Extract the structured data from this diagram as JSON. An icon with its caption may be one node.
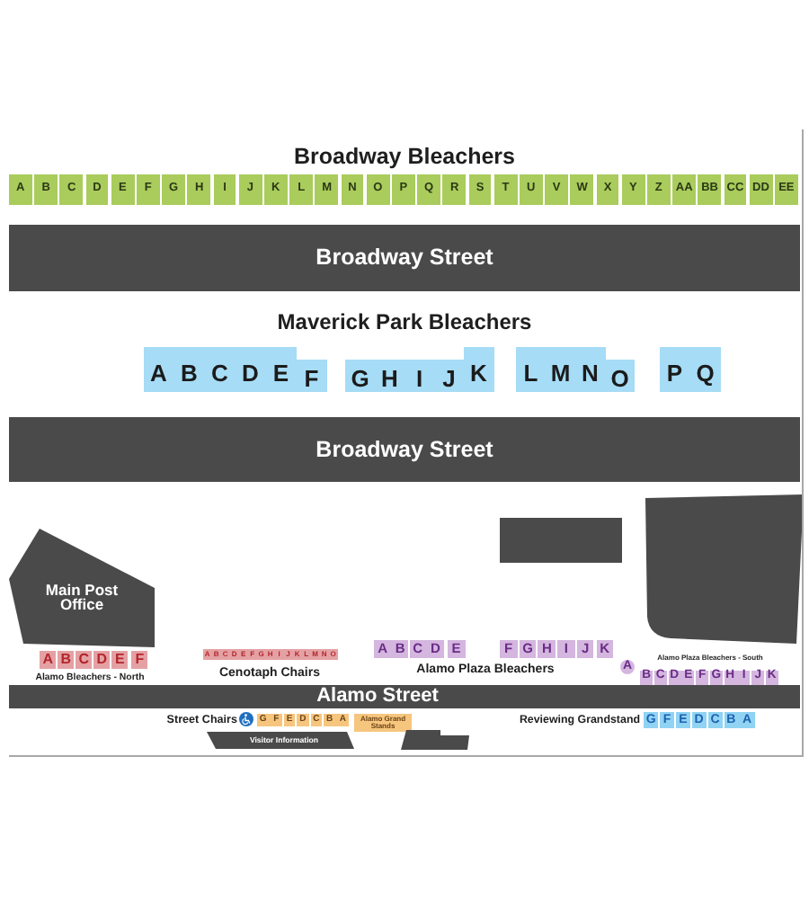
{
  "diagram": {
    "nodes": [
      {
        "text": [
          "A"
        ]
      },
      {
        "text": [
          "B"
        ]
      },
      {
        "text": [
          "C"
        ]
      },
      {
        "text": [
          "D"
        ]
      },
      {
        "text": [
          "E"
        ]
      },
      {
        "text": [
          "F"
        ]
      },
      {
        "text": [
          "G"
        ]
      },
      {
        "text": [
          "H"
        ]
      },
      {
        "text": [
          "I"
        ]
      },
      {
        "text": [
          "J"
        ]
      },
      {
        "text": [
          "K"
        ]
      },
      {
        "text": [
          "L"
        ]
      },
      {
        "text": [
          "M"
        ]
      },
      {
        "text": [
          "N"
        ]
      },
      {
        "text": [
          "O"
        ]
      },
      {
        "text": [
          "P"
        ]
      },
      {
        "text": [
          "Q"
        ]
      },
      {
        "text": [
          "R"
        ]
      },
      {
        "text": [
          "S"
        ]
      },
      {
        "text": [
          "T"
        ]
      },
      {
        "text": [
          "U"
        ]
      },
      {
        "text": [
          "V"
        ]
      },
      {
        "text": [
          "W"
        ]
      },
      {
        "text": [
          "X"
        ]
      },
      {
        "text": [
          "Y"
        ]
      },
      {
        "text": [
          "Z"
        ]
      },
      {
        "text": [
          "AA"
        ]
      },
      {
        "text": [
          "BB"
        ]
      },
      {
        "text": [
          "CC"
        ]
      },
      {
        "text": [
          "DD"
        ]
      },
      {
        "text": [
          "EE"
        ]
      },
      {
        "text": [
          "Broadway Street"
        ]
      },
      {
        "text": [
          "A"
        ]
      },
      {
        "text": [
          "B"
        ]
      },
      {
        "text": [
          "C"
        ]
      },
      {
        "text": [
          "D"
        ]
      },
      {
        "text": [
          "E"
        ]
      },
      {
        "text": [
          "F"
        ]
      },
      {
        "text": [
          "G"
        ]
      },
      {
        "text": [
          "H"
        ]
      },
      {
        "text": [
          "I"
        ]
      },
      {
        "text": [
          "J"
        ]
      },
      {
        "text": [
          "K"
        ]
      },
      {
        "text": [
          "L"
        ]
      },
      {
        "text": [
          "M"
        ]
      },
      {
        "text": [
          "N"
        ]
      },
      {
        "text": [
          "O"
        ]
      },
      {
        "text": [
          "P"
        ]
      },
      {
        "text": [
          "Q"
        ]
      },
      {
        "text": [
          "Broadway Street"
        ]
      },
      {
        "text": [
          "Main Post Office"
        ]
      },
      {
        "text": [],
        "shape": "box"
      },
      {
        "text": [],
        "shape": "box"
      },
      {
        "text": [
          "A"
        ]
      },
      {
        "text": [
          "B"
        ]
      },
      {
        "text": [
          "C"
        ]
      },
      {
        "text": [
          "D"
        ]
      },
      {
        "text": [
          "E"
        ]
      },
      {
        "text": [
          "F"
        ]
      },
      {
        "text": [
          "A"
        ]
      },
      {
        "text": [
          "B"
        ]
      },
      {
        "text": [
          "C"
        ]
      },
      {
        "text": [
          "D"
        ]
      },
      {
        "text": [
          "E"
        ]
      },
      {
        "text": [
          "F"
        ]
      },
      {
        "text": [
          "G"
        ]
      },
      {
        "text": [
          "H"
        ]
      },
      {
        "text": [
          "I"
        ]
      },
      {
        "text": [
          "J"
        ]
      },
      {
        "text": [
          "K"
        ]
      },
      {
        "text": [
          "L"
        ]
      },
      {
        "text": [
          "M"
        ]
      },
      {
        "text": [
          "N"
        ]
      },
      {
        "text": [
          "O"
        ]
      },
      {
        "text": [
          "A"
        ]
      },
      {
        "text": [
          "B"
        ]
      },
      {
        "text": [
          "C"
        ]
      },
      {
        "text": [
          "D"
        ]
      },
      {
        "text": [
          "E"
        ]
      },
      {
        "text": [
          "F"
        ]
      },
      {
        "text": [
          "G"
        ]
      },
      {
        "text": [
          "H"
        ]
      },
      {
        "text": [
          "I"
        ]
      },
      {
        "text": [
          "J"
        ]
      },
      {
        "text": [
          "K"
        ]
      },
      {
        "text": [
          "A"
        ]
      },
      {
        "text": [
          "B"
        ]
      },
      {
        "text": [
          "C"
        ]
      },
      {
        "text": [
          "D"
        ]
      },
      {
        "text": [
          "E"
        ]
      },
      {
        "text": [
          "F"
        ]
      },
      {
        "text": [
          "G"
        ]
      },
      {
        "text": [
          "H"
        ]
      },
      {
        "text": [
          "I"
        ]
      },
      {
        "text": [
          "J"
        ]
      },
      {
        "text": [
          "K"
        ]
      },
      {
        "text": [
          "Alamo Street"
        ]
      },
      {
        "text": [
          "G"
        ]
      },
      {
        "text": [
          "F"
        ]
      },
      {
        "text": [
          "E"
        ]
      },
      {
        "text": [
          "D"
        ]
      },
      {
        "text": [
          "C"
        ]
      },
      {
        "text": [
          "B"
        ]
      },
      {
        "text": [
          "A"
        ]
      },
      {
        "text": [
          "Alamo Grand Stands"
        ]
      },
      {
        "text": [
          "G"
        ]
      },
      {
        "text": [
          "F"
        ]
      },
      {
        "text": [
          "E"
        ]
      },
      {
        "text": [
          "D"
        ]
      },
      {
        "text": [
          "C"
        ]
      },
      {
        "text": [
          "B"
        ]
      },
      {
        "text": [
          "A"
        ]
      },
      {
        "text": [
          "Visitor Information"
        ]
      },
      {
        "text": [],
        "shape": "box"
      }
    ],
    "labels": [
      "Broadway Bleachers",
      "Maverick Park Bleachers",
      "Alamo Bleachers - North",
      "Cenotaph Chairs",
      "Alamo Plaza Bleachers",
      "Alamo Plaza Bleachers - South",
      "Street Chairs",
      "Reviewing Grandstand"
    ]
  }
}
